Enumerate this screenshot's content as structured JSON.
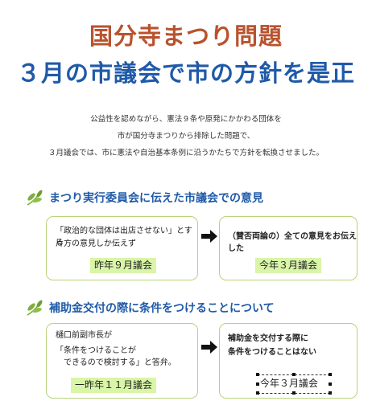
{
  "header": {
    "title": "国分寺まつり問題",
    "subtitle": "３月の市議会で市の方針を是正"
  },
  "intro": {
    "lines": [
      "公益性を認めながら、憲法９条や原発にかかわる団体を",
      "市が国分寺まつりから排除した問題で、",
      "３月議会では、市に憲法や自治基本条例に沿うかたちで方針を転換させました。"
    ]
  },
  "section1": {
    "heading": "まつり実行委員会に伝えた市議会での意見",
    "left": {
      "lines": [
        "「政治的な団体は出店させない」とする",
        "片方の意見しか伝えず"
      ],
      "label": "昨年９月議会"
    },
    "right": {
      "text": "（賛否両論の）全ての意見をお伝えした",
      "label": "今年３月議会"
    }
  },
  "section2": {
    "heading": "補助金交付の際に条件をつけることについて",
    "left": {
      "lines": [
        "樋口前副市長が",
        "「条件をつけることが",
        "　できるので検討する」と答弁。"
      ],
      "label": "一昨年１１月議会"
    },
    "right": {
      "lines": [
        "補助金を交付する際に",
        "条件をつけることはない"
      ],
      "label": "今年３月議会"
    }
  },
  "colors": {
    "title_brown": "#b8532e",
    "title_blue": "#1f5aa8",
    "box_border": "#b9d47b",
    "label_bg": "#d9f5a8"
  },
  "icons": [
    "leaf-icon",
    "arrow-right-icon"
  ]
}
